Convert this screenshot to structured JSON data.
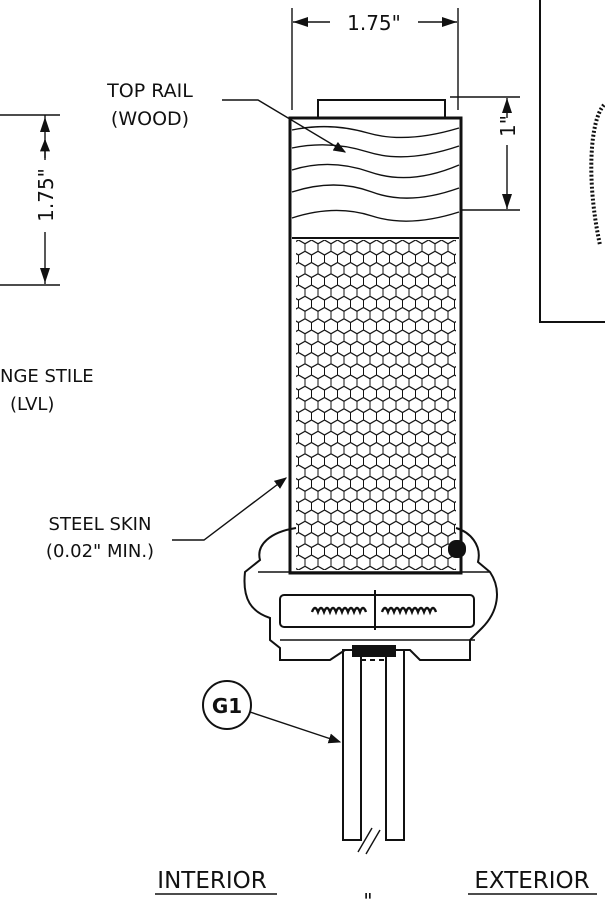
{
  "dimensions": {
    "top_width": "1.75\"",
    "left_height": "1.75\"",
    "rail_height": "1\""
  },
  "labels": {
    "top_rail_line1": "TOP RAIL",
    "top_rail_line2": "(WOOD)",
    "hinge_stile_line1": "NGE STILE",
    "hinge_stile_line2": "(LVL)",
    "steel_skin_line1": "STEEL SKIN",
    "steel_skin_line2": "(0.02\" MIN.)",
    "glazing_tag": "G1",
    "interior": "INTERIOR",
    "exterior": "EXTERIOR",
    "bottom_mark": "\""
  }
}
